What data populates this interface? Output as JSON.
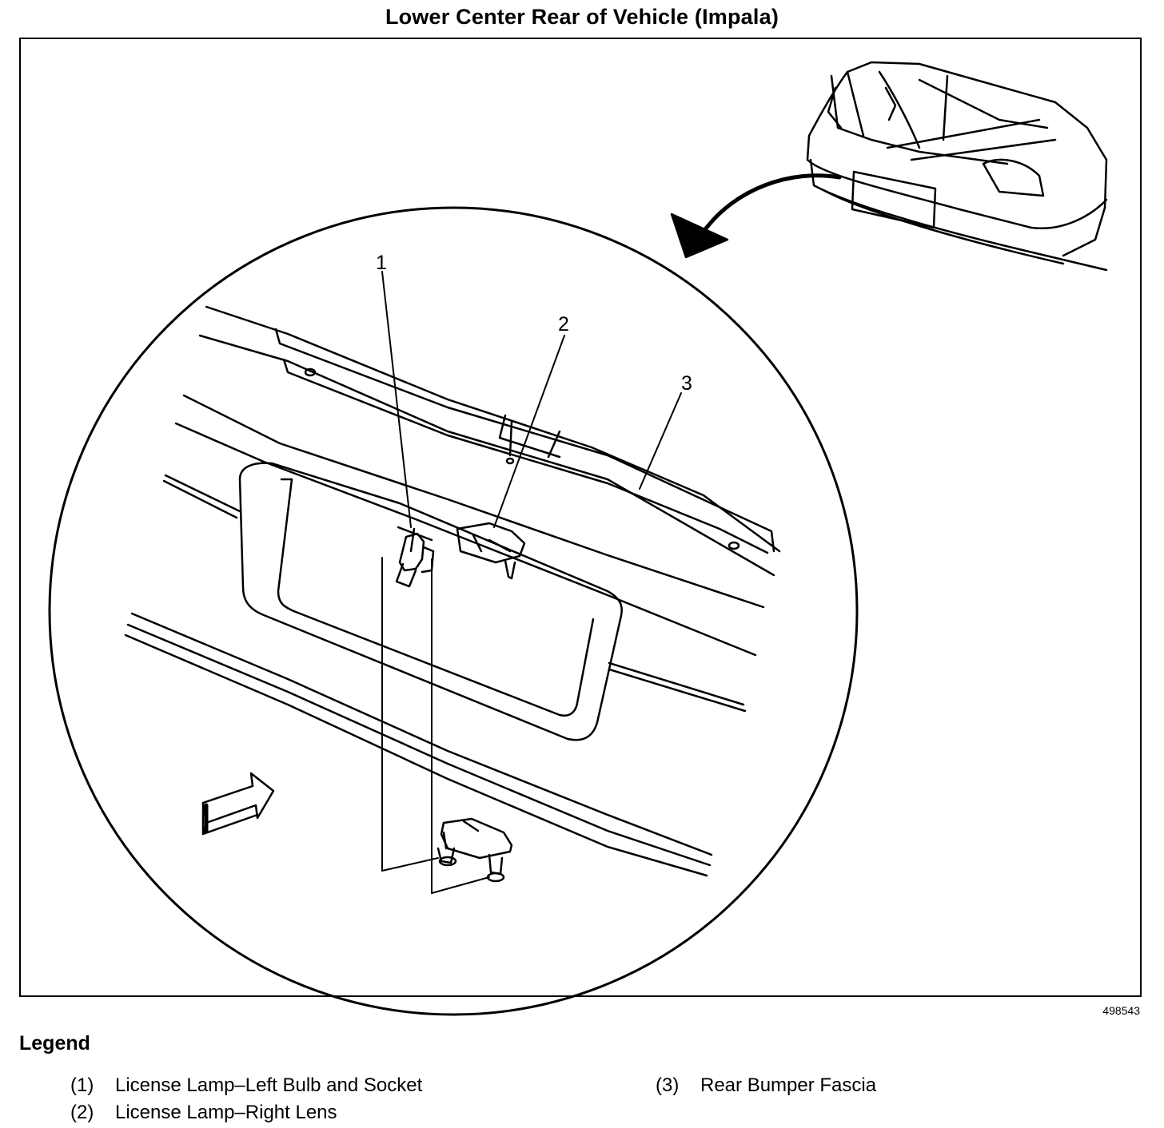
{
  "title": "Lower Center Rear of Vehicle (Impala)",
  "figure_id": "498543",
  "callouts": [
    "1",
    "2",
    "3"
  ],
  "legend": {
    "heading": "Legend",
    "items": [
      {
        "num": "(1)",
        "label": "License Lamp–Left Bulb and Socket"
      },
      {
        "num": "(2)",
        "label": "License Lamp–Right Lens"
      },
      {
        "num": "(3)",
        "label": "Rear Bumper Fascia"
      }
    ]
  }
}
